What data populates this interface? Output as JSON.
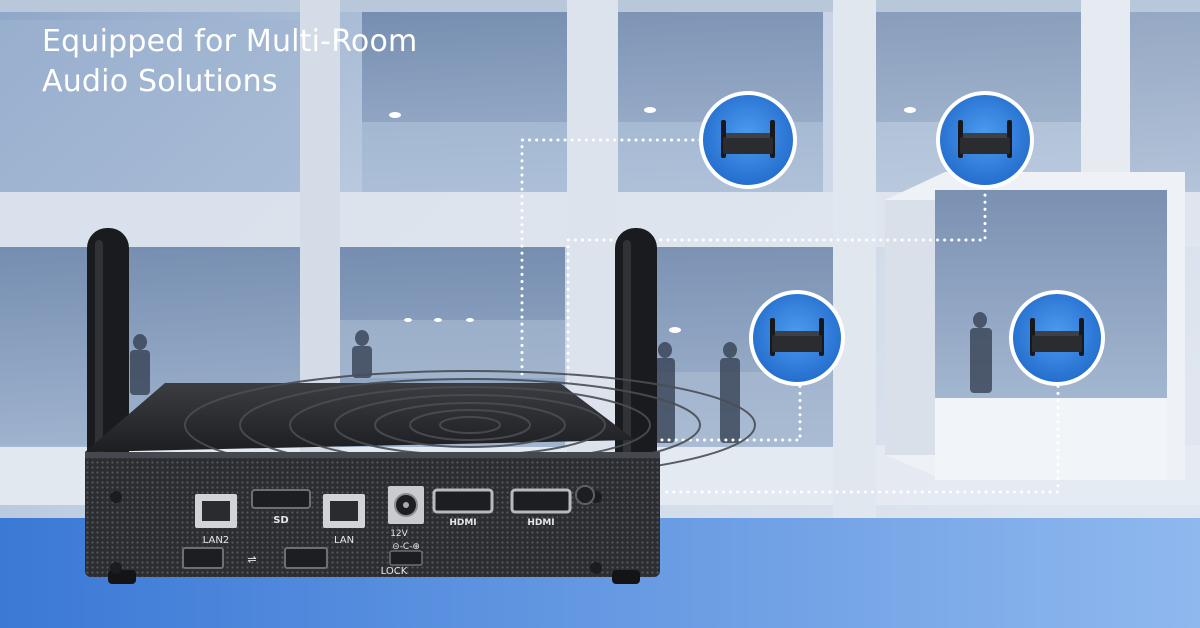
{
  "headline": {
    "line1": "Equipped for Multi-Room",
    "line2": "Audio Solutions"
  },
  "device_ports": {
    "lan2": "LAN2",
    "lan": "LAN",
    "power": "12V",
    "hdmi_1": "HDMI",
    "hdmi_2": "HDMI",
    "lock": "LOCK"
  },
  "room_nodes": [
    {
      "name": "room-node-upper-left"
    },
    {
      "name": "room-node-upper-right"
    },
    {
      "name": "room-node-lower-middle"
    },
    {
      "name": "room-node-lower-right"
    }
  ],
  "colors": {
    "accent_blue": "#2f7fe0",
    "node_border": "#ffffff",
    "bottom_band": "#4f88dc",
    "device_body": "#2a2c30",
    "connector_dots": "#ffffff"
  }
}
